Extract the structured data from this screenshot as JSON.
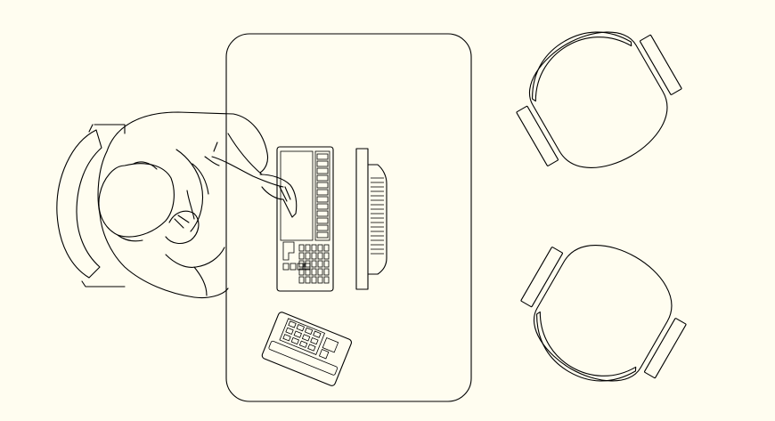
{
  "drawing": {
    "view": "plan",
    "background_color": "#fffdf0",
    "line_color": "#000000",
    "objects": [
      {
        "type": "desk",
        "shape": "rounded-rectangle"
      },
      {
        "type": "office-chair",
        "occupied": true
      },
      {
        "type": "person",
        "activity": "typing-on-keyboard"
      },
      {
        "type": "keyboard"
      },
      {
        "type": "monitor"
      },
      {
        "type": "desk-phone"
      },
      {
        "type": "armchair",
        "count": 2
      }
    ]
  }
}
